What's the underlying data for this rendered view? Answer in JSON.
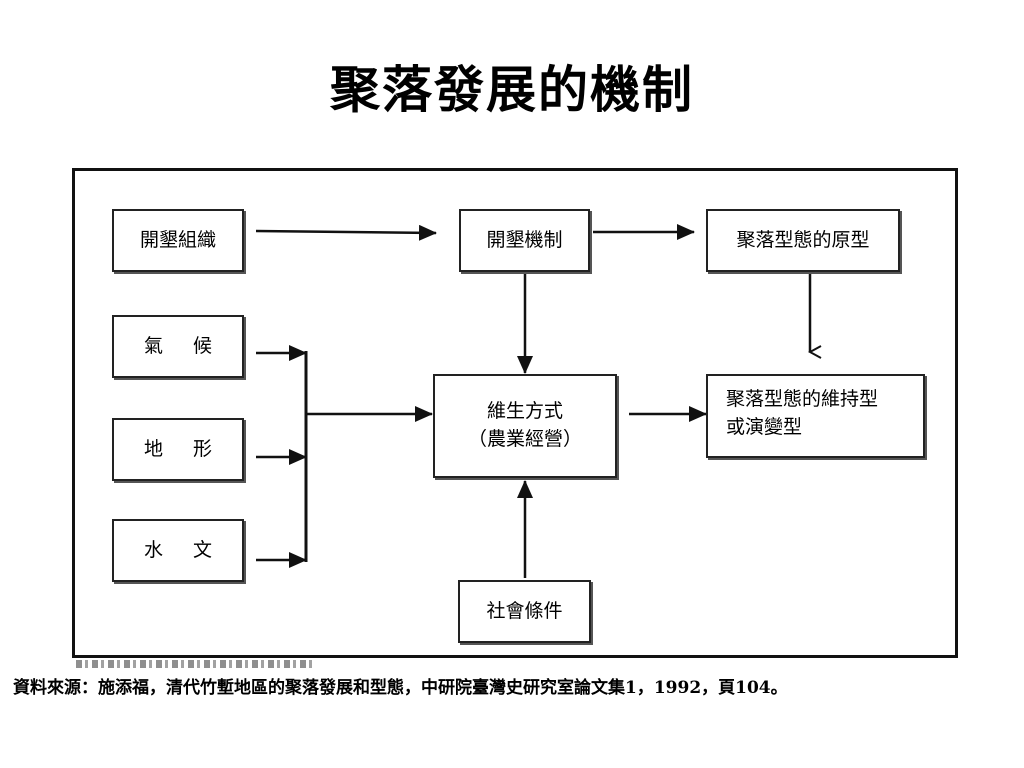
{
  "title": "聚落發展的機制",
  "nodes": {
    "kaiken_zuzhi": "開墾組織",
    "kaiken_jizhi": "開墾機制",
    "xingtai_yuanxing": "聚落型態的原型",
    "qihou": "氣候",
    "dixing": "地形",
    "shuiwen": "水文",
    "weisheng_line1": "維生方式",
    "weisheng_line2": "（農業經營）",
    "weichi_line1": "聚落型態的維持型",
    "weichi_line2": "或演變型",
    "shehui": "社會條件"
  },
  "source_note": "資料來源：施添福，清代竹塹地區的聚落發展和型態，中研院臺灣史研究室論文集1，1992，頁104。",
  "colors": {
    "line": "#111111",
    "background": "#ffffff"
  }
}
